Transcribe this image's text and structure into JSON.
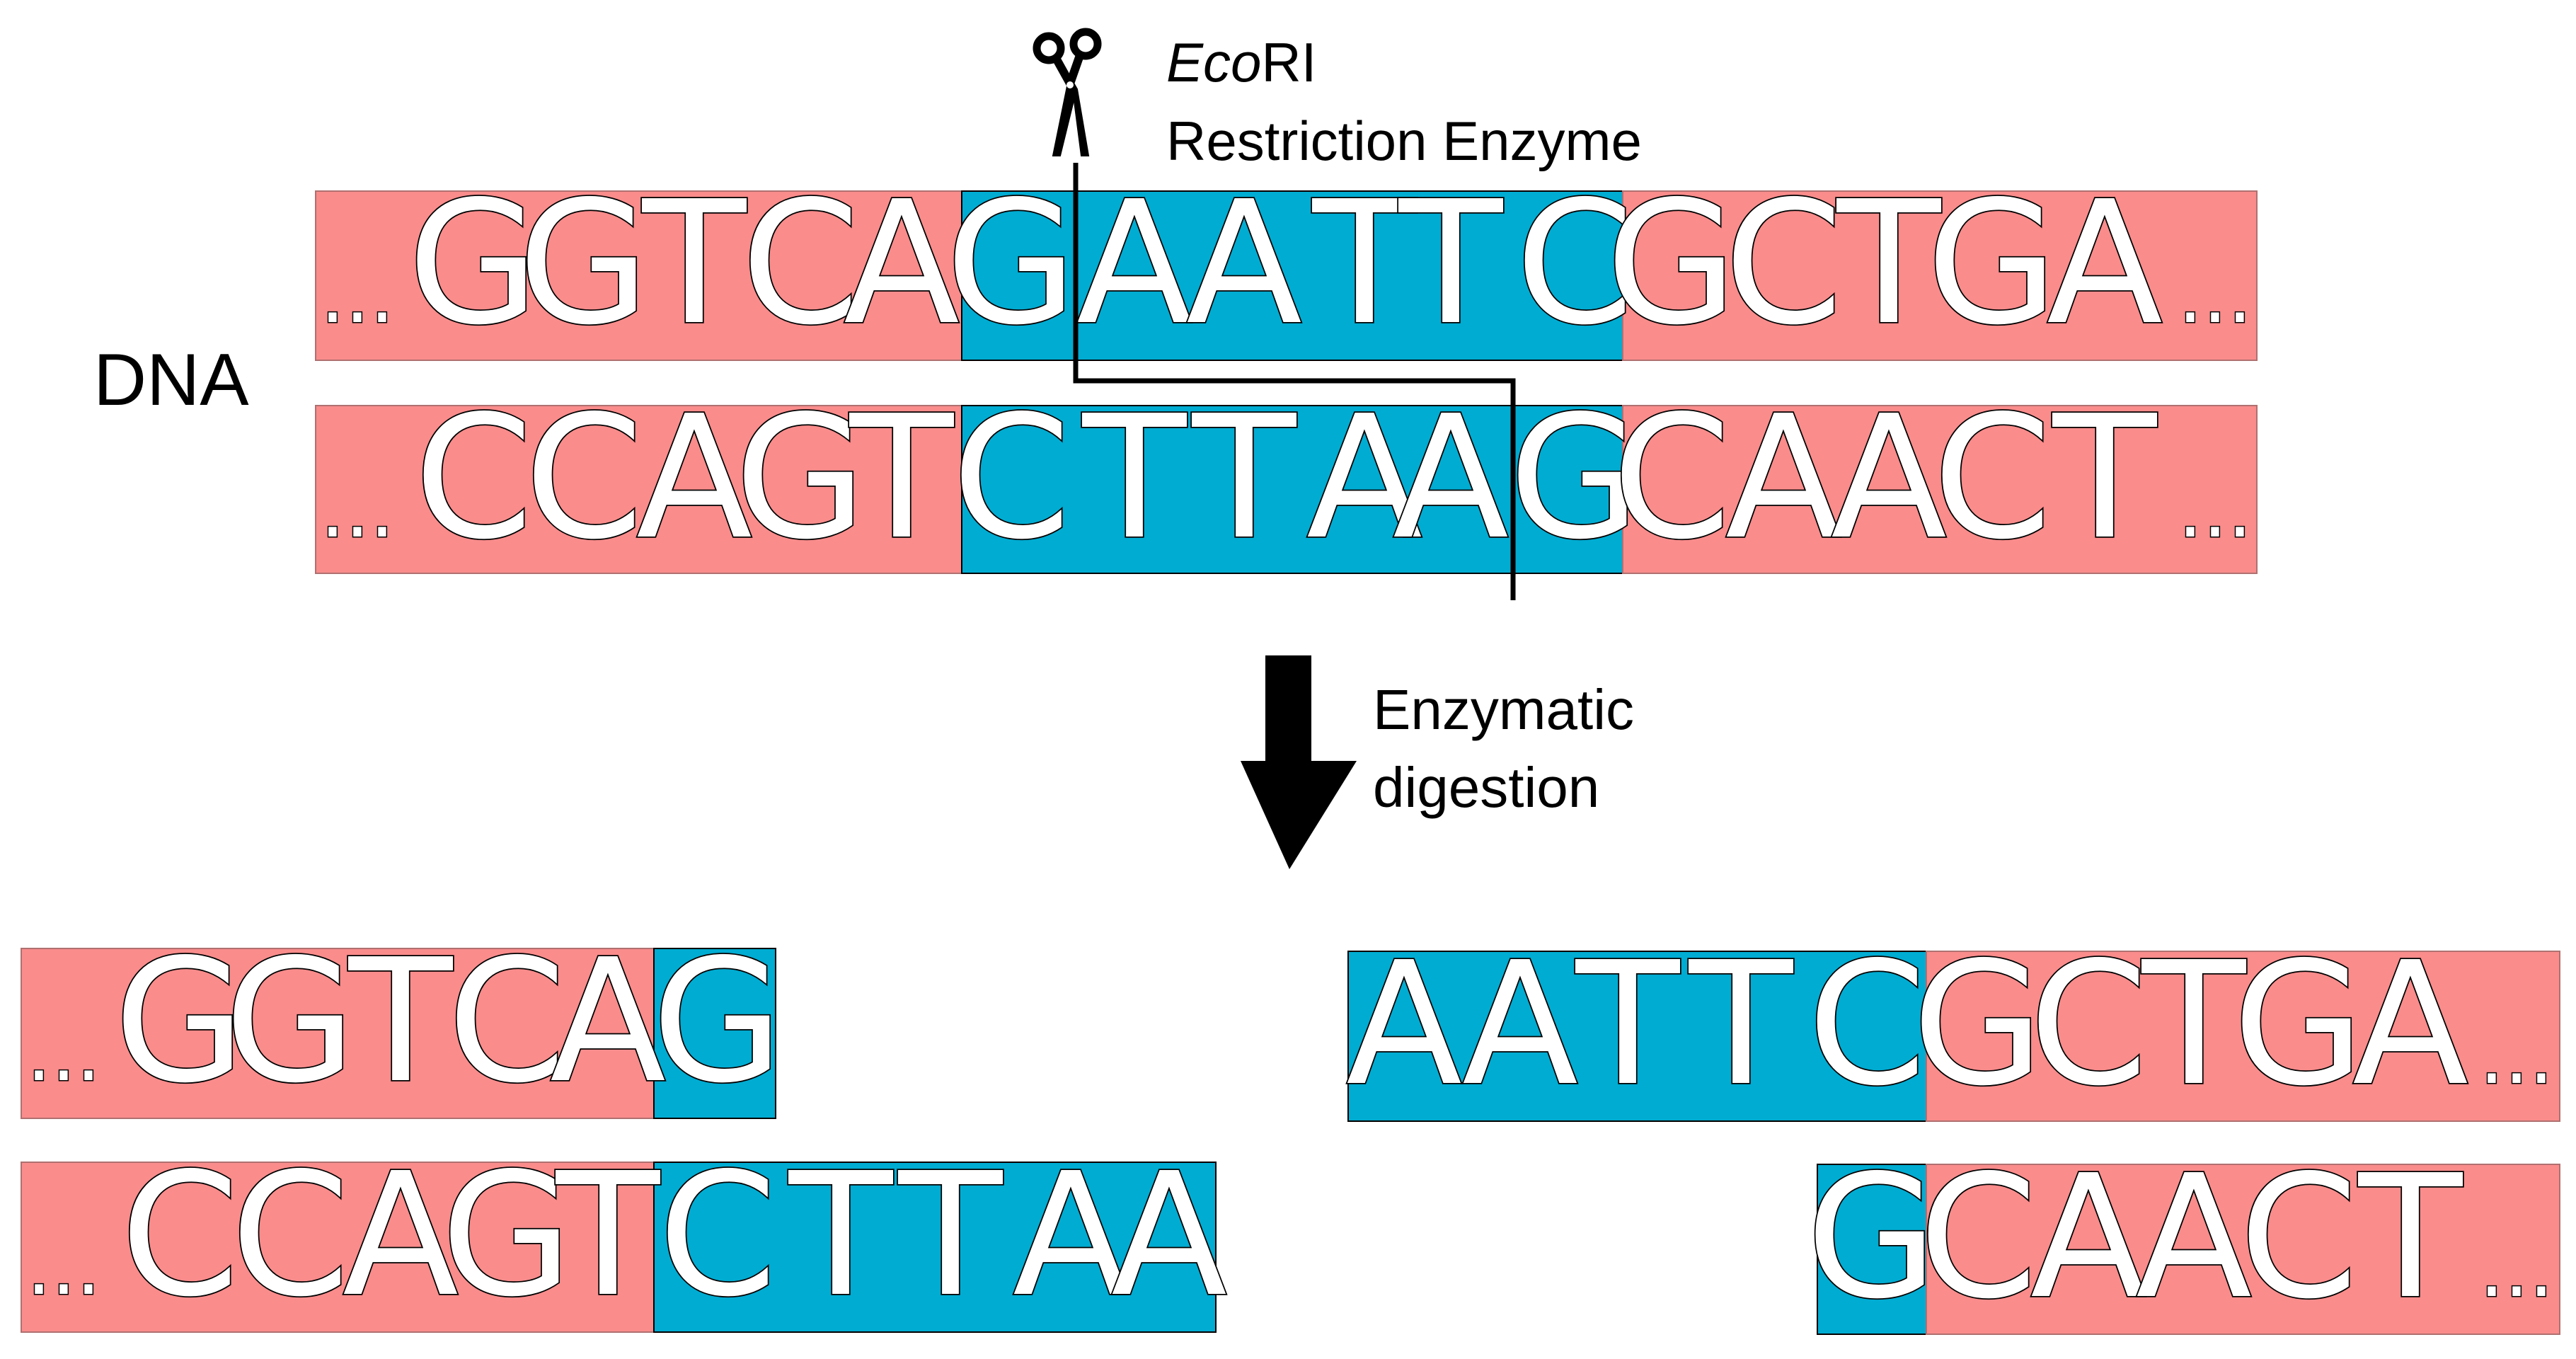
{
  "labels": {
    "enzyme_italic": "Eco",
    "enzyme_rest": "RI",
    "enzyme_line2": "Restriction Enzyme",
    "molecule": "DNA",
    "step_line1": "Enzymatic",
    "step_line2": "digestion"
  },
  "colors": {
    "flank": "#fa8c8c",
    "site": "#00acd2",
    "text_fill": "#ffffff",
    "text_stroke": "#000000",
    "arrow": "#000000"
  },
  "icons": {
    "enzyme": "scissors-icon",
    "process": "down-arrow-icon"
  },
  "ellipsis": "...",
  "dna": {
    "top_strand": {
      "left": [
        "G",
        "G",
        "T",
        "C",
        "A"
      ],
      "site": [
        "G",
        "A",
        "A",
        "T",
        "T",
        "C"
      ],
      "right": [
        "G",
        "C",
        "T",
        "G",
        "A"
      ]
    },
    "bottom_strand": {
      "left": [
        "C",
        "C",
        "A",
        "G",
        "T"
      ],
      "site": [
        "C",
        "T",
        "T",
        "A",
        "A",
        "G"
      ],
      "right": [
        "C",
        "A",
        "A",
        "C",
        "T"
      ]
    }
  },
  "fragments": {
    "left_top": {
      "flank": [
        "G",
        "G",
        "T",
        "C",
        "A"
      ],
      "site": [
        "G"
      ]
    },
    "left_bottom": {
      "flank": [
        "C",
        "C",
        "A",
        "G",
        "T"
      ],
      "site": [
        "C",
        "T",
        "T",
        "A",
        "A"
      ]
    },
    "right_top": {
      "site": [
        "A",
        "A",
        "T",
        "T",
        "C"
      ],
      "flank": [
        "G",
        "C",
        "T",
        "G",
        "A"
      ]
    },
    "right_bottom": {
      "site": [
        "G"
      ],
      "flank": [
        "C",
        "A",
        "A",
        "C",
        "T"
      ]
    }
  }
}
